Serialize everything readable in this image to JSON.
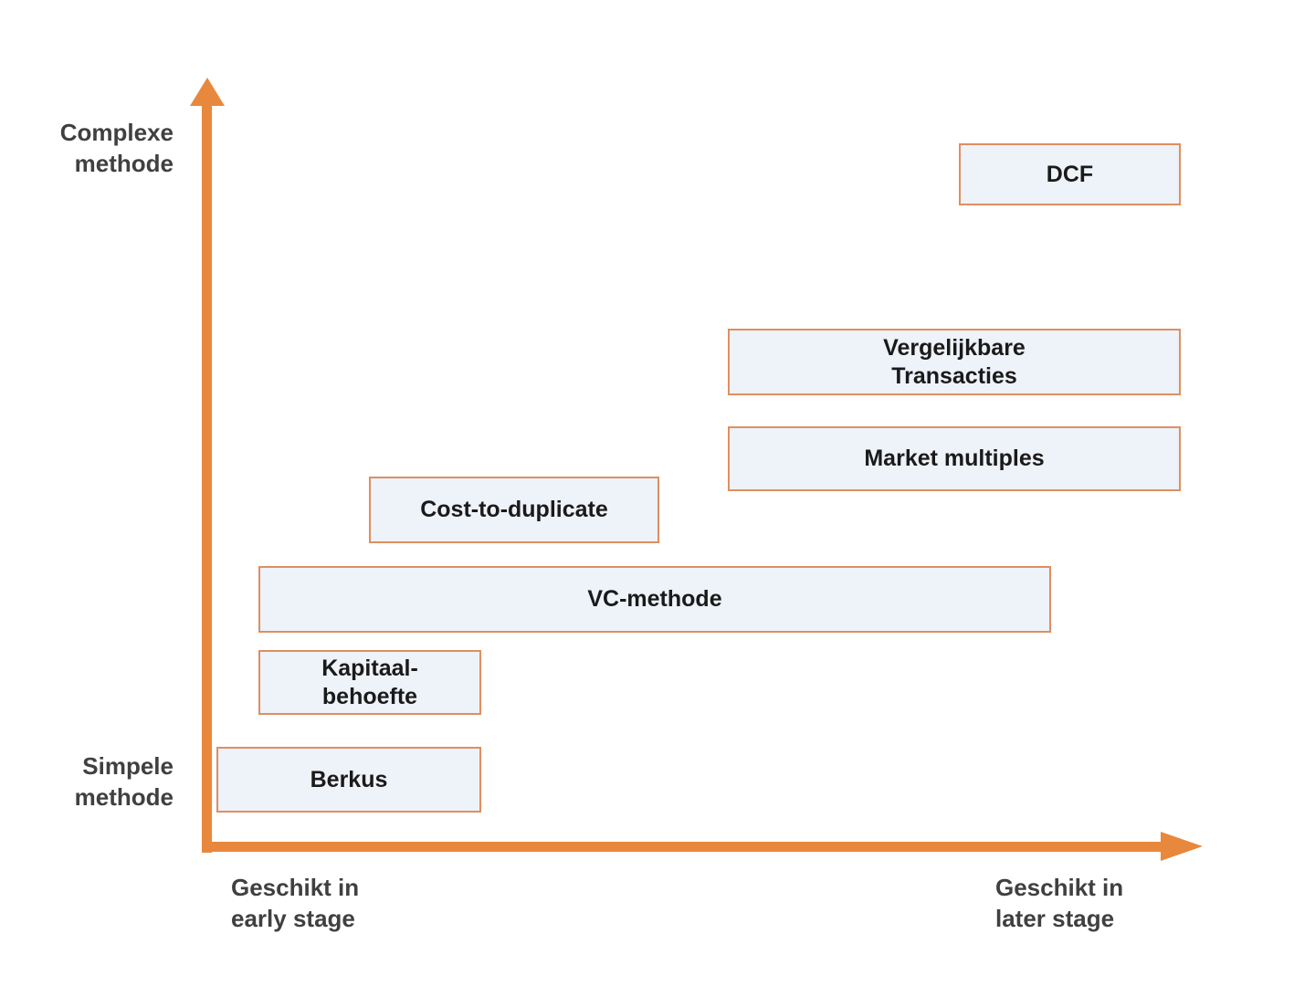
{
  "title": "Waarderingsmethodes diagram",
  "colors": {
    "axis_orange": "#E8883C",
    "box_border_orange": "#DF8F61",
    "box_fill": "#EEF2F9",
    "label_gray": "#404040",
    "box_text": "#1A1A1A"
  },
  "axes": {
    "y_top_label": "Complexe\nmethode",
    "y_bottom_label": "Simpele\nmethode",
    "x_left_label": "Geschikt in\nearly stage",
    "x_right_label": "Geschikt in\nlater stage"
  },
  "boxes": [
    {
      "id": "dcf",
      "label": "DCF"
    },
    {
      "id": "vergelijkbare",
      "label": "Vergelijkbare\nTransacties"
    },
    {
      "id": "market-multiples",
      "label": "Market multiples"
    },
    {
      "id": "cost-to-duplicate",
      "label": "Cost-to-duplicate"
    },
    {
      "id": "vc-methode",
      "label": "VC-methode"
    },
    {
      "id": "kapitaalbehoefte",
      "label": "Kapitaal-\nbehoefte"
    },
    {
      "id": "berkus",
      "label": "Berkus"
    }
  ]
}
